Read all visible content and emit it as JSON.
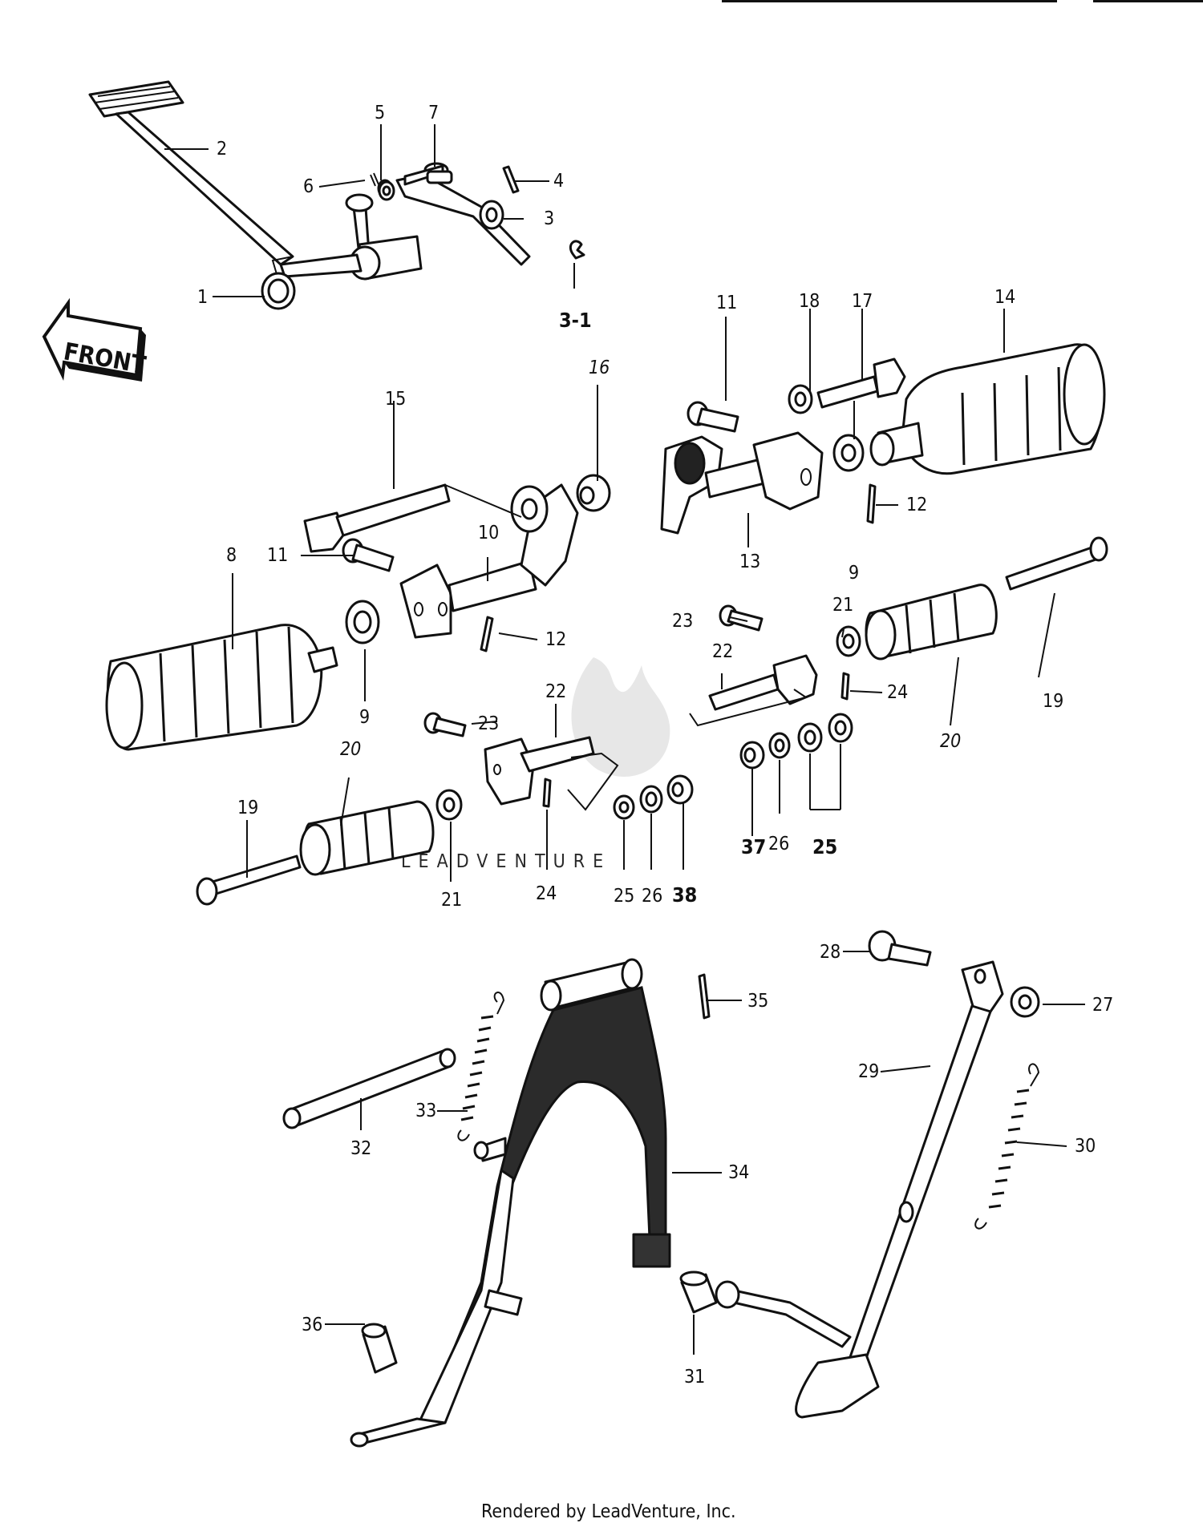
{
  "diagram": {
    "front_label": "FRONT",
    "watermark": "LEADVENTURE",
    "footer": "Rendered by LeadVenture, Inc.",
    "callouts": [
      {
        "id": "c1",
        "text": "1"
      },
      {
        "id": "c2",
        "text": "2"
      },
      {
        "id": "c3",
        "text": "3"
      },
      {
        "id": "c3-1",
        "text": "3-1"
      },
      {
        "id": "c4",
        "text": "4"
      },
      {
        "id": "c5",
        "text": "5"
      },
      {
        "id": "c6",
        "text": "6"
      },
      {
        "id": "c7",
        "text": "7"
      },
      {
        "id": "c8",
        "text": "8"
      },
      {
        "id": "c9a",
        "text": "9"
      },
      {
        "id": "c9b",
        "text": "9"
      },
      {
        "id": "c10",
        "text": "10"
      },
      {
        "id": "c11a",
        "text": "11"
      },
      {
        "id": "c11b",
        "text": "11"
      },
      {
        "id": "c12a",
        "text": "12"
      },
      {
        "id": "c12b",
        "text": "12"
      },
      {
        "id": "c13",
        "text": "13"
      },
      {
        "id": "c14",
        "text": "14"
      },
      {
        "id": "c15",
        "text": "15"
      },
      {
        "id": "c16",
        "text": "16"
      },
      {
        "id": "c17",
        "text": "17"
      },
      {
        "id": "c18",
        "text": "18"
      },
      {
        "id": "c19a",
        "text": "19"
      },
      {
        "id": "c19b",
        "text": "19"
      },
      {
        "id": "c20a",
        "text": "20"
      },
      {
        "id": "c20b",
        "text": "20"
      },
      {
        "id": "c21a",
        "text": "21"
      },
      {
        "id": "c21b",
        "text": "21"
      },
      {
        "id": "c22a",
        "text": "22"
      },
      {
        "id": "c22b",
        "text": "22"
      },
      {
        "id": "c23a",
        "text": "23"
      },
      {
        "id": "c23b",
        "text": "23"
      },
      {
        "id": "c24a",
        "text": "24"
      },
      {
        "id": "c24b",
        "text": "24"
      },
      {
        "id": "c25a",
        "text": "25"
      },
      {
        "id": "c25b",
        "text": "25"
      },
      {
        "id": "c26a",
        "text": "26"
      },
      {
        "id": "c26b",
        "text": "26"
      },
      {
        "id": "c27",
        "text": "27"
      },
      {
        "id": "c28",
        "text": "28"
      },
      {
        "id": "c29",
        "text": "29"
      },
      {
        "id": "c30",
        "text": "30"
      },
      {
        "id": "c31",
        "text": "31"
      },
      {
        "id": "c32",
        "text": "32"
      },
      {
        "id": "c33",
        "text": "33"
      },
      {
        "id": "c34",
        "text": "34"
      },
      {
        "id": "c35",
        "text": "35"
      },
      {
        "id": "c36",
        "text": "36"
      },
      {
        "id": "c37",
        "text": "37"
      },
      {
        "id": "c38",
        "text": "38"
      }
    ]
  }
}
